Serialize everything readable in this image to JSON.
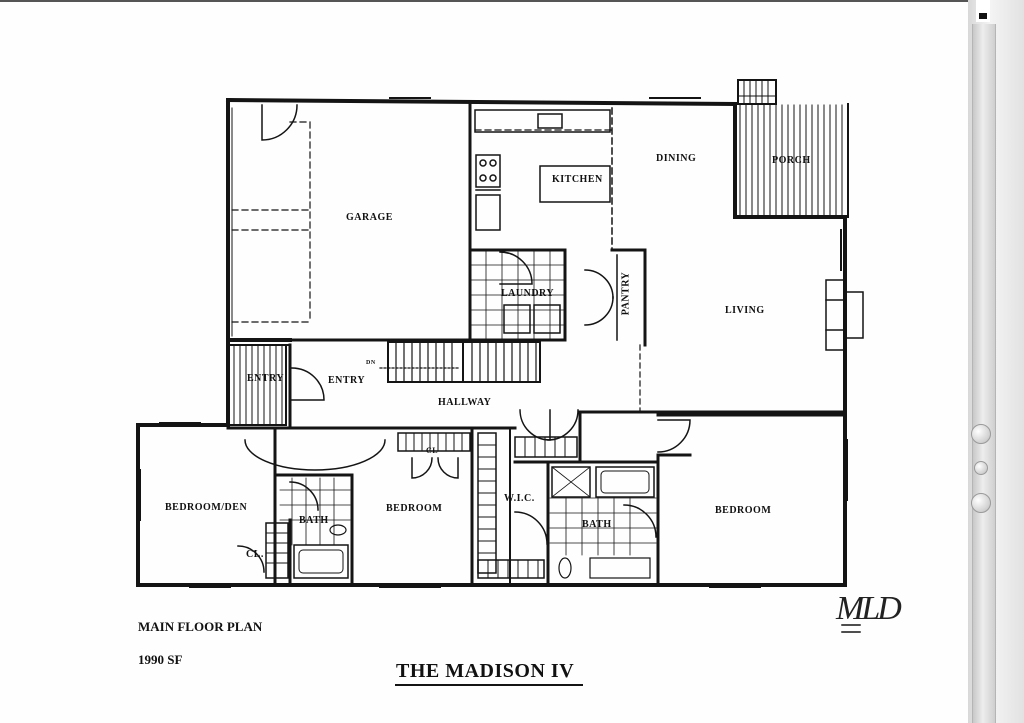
{
  "plan": {
    "rooms": {
      "garage": "GARAGE",
      "kitchen": "KITCHEN",
      "dining": "DINING",
      "porch": "PORCH",
      "laundry": "LAUNDRY",
      "pantry": "PANTRY",
      "living": "LIVING",
      "entry_outer": "ENTRY",
      "entry_inner": "ENTRY",
      "hallway": "HALLWAY",
      "bedroom_den": "BEDROOM/DEN",
      "bath_left": "BATH",
      "bedroom_mid": "BEDROOM",
      "wic": "W.I.C.",
      "bath_master": "BATH",
      "bedroom_right": "BEDROOM",
      "closet": "CL.",
      "closet_mid": "CL",
      "stair_dn": "DN"
    },
    "title": "MAIN FLOOR PLAN",
    "area": "1990 SF",
    "name": "THE MADISON IV",
    "signature": "MLD"
  },
  "colors": {
    "ink": "#141414",
    "paper": "#fefefe"
  }
}
